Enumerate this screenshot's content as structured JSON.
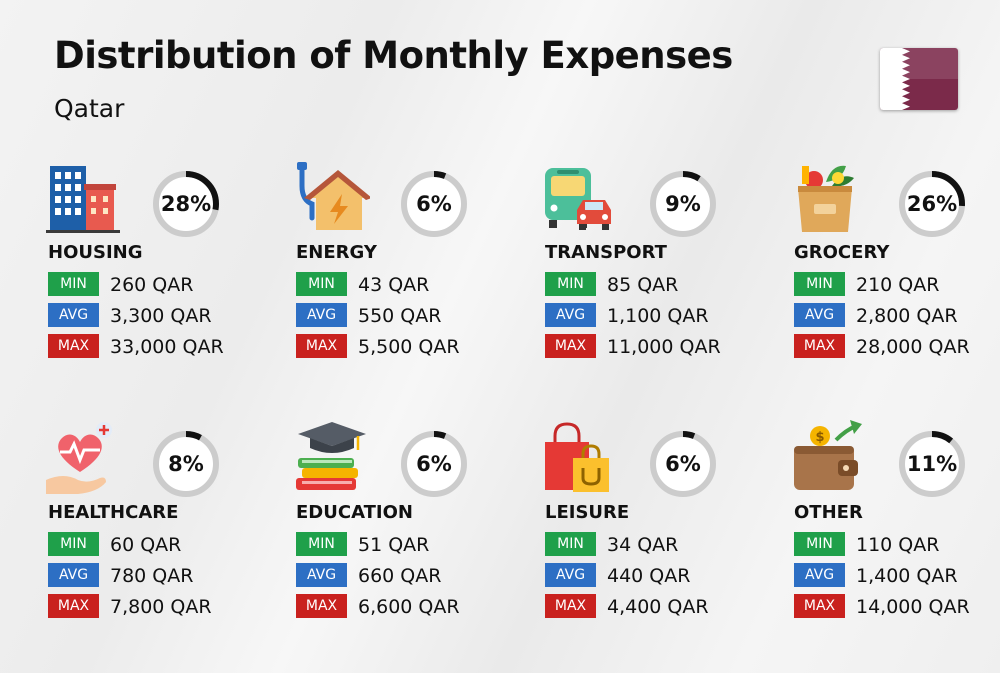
{
  "title": "Distribution of Monthly Expenses",
  "subtitle": "Qatar",
  "colors": {
    "min": "#1fa04a",
    "avg": "#2d6fc4",
    "max": "#c9211e",
    "ring_fill": "#111111",
    "ring_track": "#cccccc",
    "flag_maroon": "#7b2a4a"
  },
  "labels": {
    "min": "MIN",
    "avg": "AVG",
    "max": "MAX"
  },
  "categories": [
    {
      "name": "HOUSING",
      "icon": "buildings-icon",
      "percent": "28%",
      "fraction": 0.28,
      "min": "260 QAR",
      "avg": "3,300 QAR",
      "max": "33,000 QAR"
    },
    {
      "name": "ENERGY",
      "icon": "energy-house-plug-icon",
      "percent": "6%",
      "fraction": 0.06,
      "min": "43 QAR",
      "avg": "550 QAR",
      "max": "5,500 QAR"
    },
    {
      "name": "TRANSPORT",
      "icon": "bus-car-icon",
      "percent": "9%",
      "fraction": 0.09,
      "min": "85 QAR",
      "avg": "1,100 QAR",
      "max": "11,000 QAR"
    },
    {
      "name": "GROCERY",
      "icon": "grocery-bag-icon",
      "percent": "26%",
      "fraction": 0.26,
      "min": "210 QAR",
      "avg": "2,800 QAR",
      "max": "28,000 QAR"
    },
    {
      "name": "HEALTHCARE",
      "icon": "heart-hand-icon",
      "percent": "8%",
      "fraction": 0.08,
      "min": "60 QAR",
      "avg": "780 QAR",
      "max": "7,800 QAR"
    },
    {
      "name": "EDUCATION",
      "icon": "books-graduation-cap-icon",
      "percent": "6%",
      "fraction": 0.06,
      "min": "51 QAR",
      "avg": "660 QAR",
      "max": "6,600 QAR"
    },
    {
      "name": "LEISURE",
      "icon": "shopping-bags-icon",
      "percent": "6%",
      "fraction": 0.06,
      "min": "34 QAR",
      "avg": "440 QAR",
      "max": "4,400 QAR"
    },
    {
      "name": "OTHER",
      "icon": "wallet-coin-icon",
      "percent": "11%",
      "fraction": 0.11,
      "min": "110 QAR",
      "avg": "1,400 QAR",
      "max": "14,000 QAR"
    }
  ]
}
